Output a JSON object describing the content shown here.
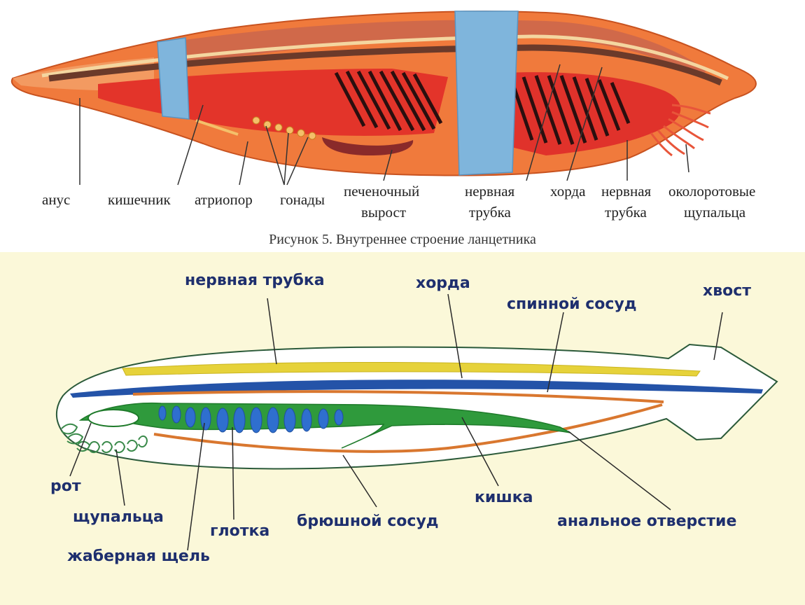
{
  "figure_top": {
    "labels": {
      "anus": "анус",
      "intestine": "кишечник",
      "atriopore": "атриопор",
      "gonads": "гонады",
      "liver_outgrowth_1": "печеночный",
      "liver_outgrowth_2": "вырост",
      "nerve_tube_1a": "нервная",
      "nerve_tube_1b": "трубка",
      "chord": "хорда",
      "nerve_tube_2a": "нервная",
      "nerve_tube_2b": "трубка",
      "tentacles_1": "околоротовые",
      "tentacles_2": "щупальца"
    },
    "caption": "Рисунок 5. Внутреннее строение ланцетника"
  },
  "figure_bottom": {
    "labels": {
      "nerve_tube": "нервная трубка",
      "chord": "хорда",
      "dorsal_vessel": "спинной сосуд",
      "tail": "хвост",
      "mouth": "рот",
      "tentacles": "щупальца",
      "gill_slit": "жаберная щель",
      "pharynx": "глотка",
      "ventral_vessel": "брюшной сосуд",
      "gut": "кишка",
      "anal_opening": "анальное отверстие"
    }
  },
  "colors": {
    "body_orange": "#f07a3c",
    "muscle_red": "#e3342a",
    "ribbon_blue": "#7fb5dc",
    "gill_dark": "#2a0f0f",
    "nerve_yellow": "#e6d23a",
    "chord_blue": "#2453a8",
    "vessel_orange": "#d9772f",
    "gut_green": "#2f9a3c",
    "label_navy": "#1e2f6e",
    "bottom_bg": "#fbf8d9"
  }
}
